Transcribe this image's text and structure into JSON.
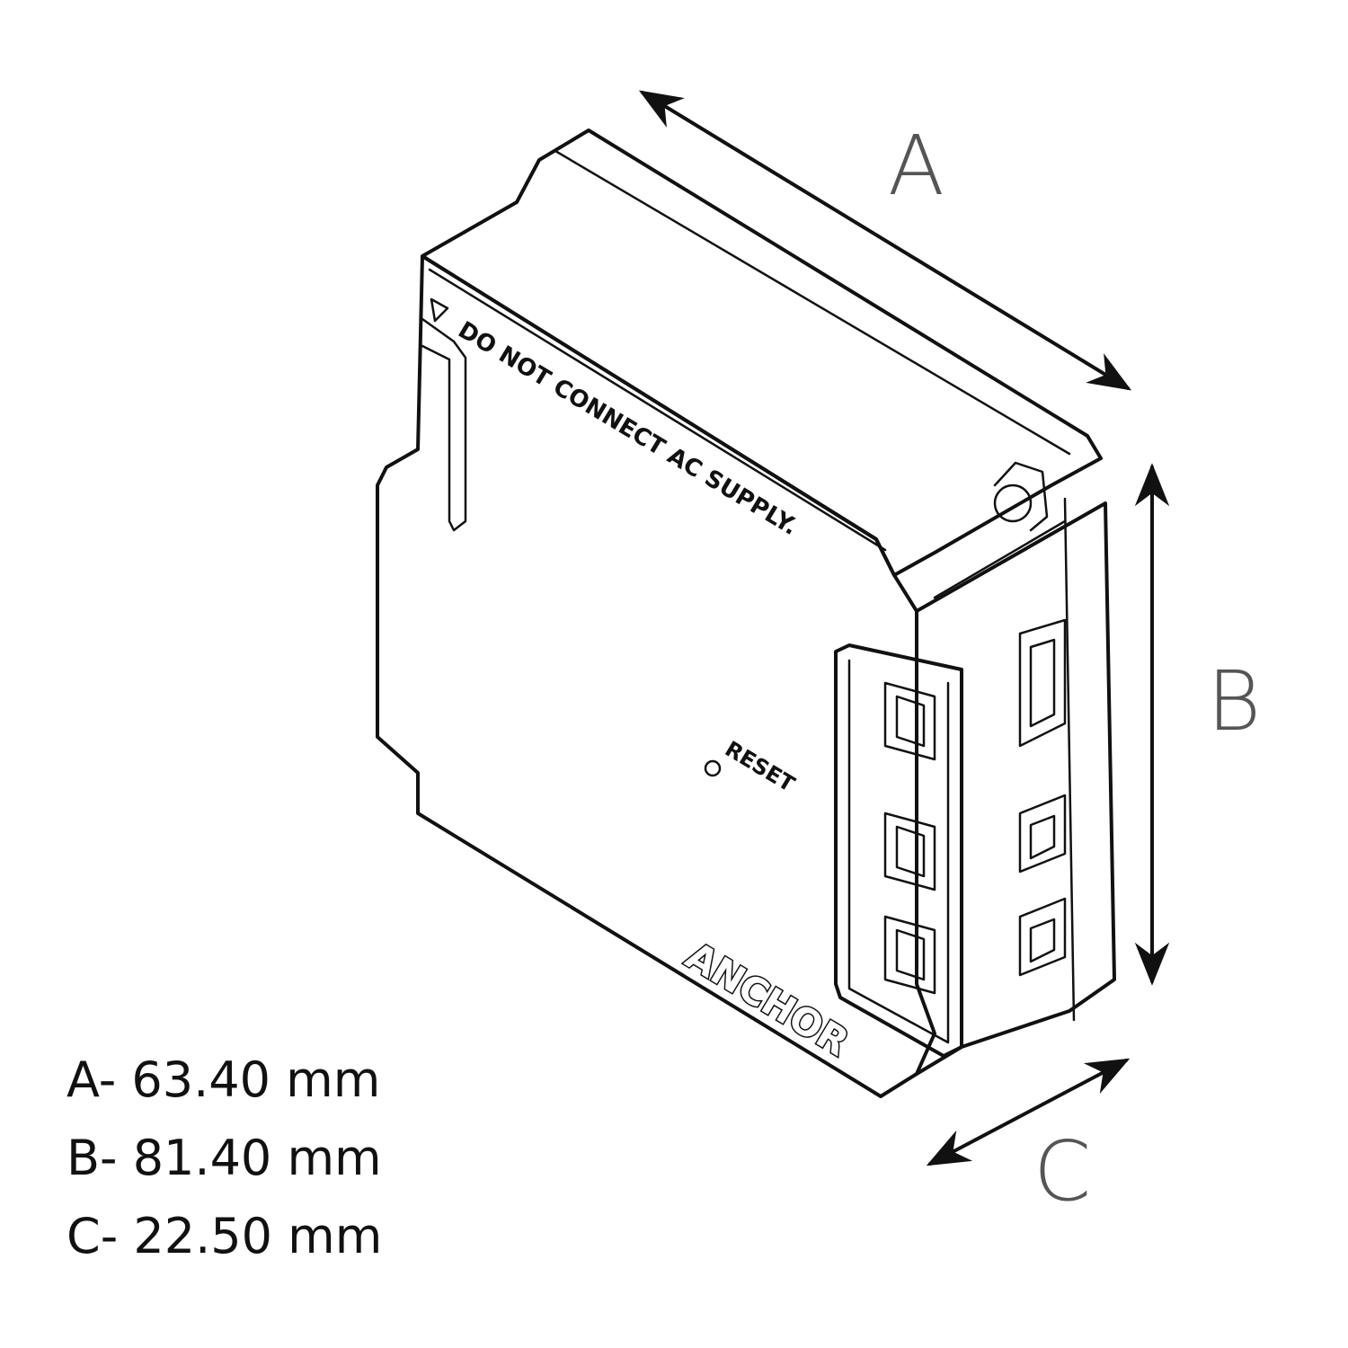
{
  "dimensions": {
    "labels": {
      "a": "A",
      "b": "B",
      "c": "C"
    },
    "specs": [
      {
        "text": "A- 63.40 mm"
      },
      {
        "text": "B- 81.40 mm"
      },
      {
        "text": "C- 22.50 mm"
      }
    ]
  },
  "device": {
    "warning_label": "DO NOT CONNECT AC SUPPLY.",
    "reset_label": "RESET",
    "brand_logo": "ANCHOR"
  },
  "colors": {
    "outline": "#111111",
    "dimension_letters": "#555555",
    "background": "#ffffff"
  }
}
